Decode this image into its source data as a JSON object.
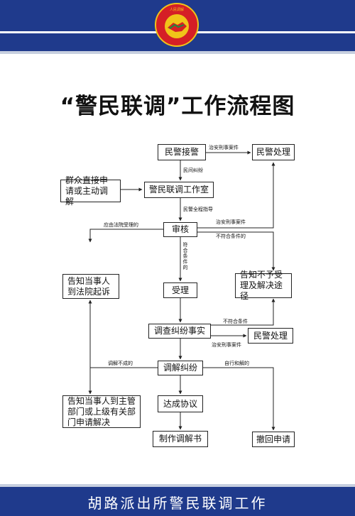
{
  "header": {
    "emblem_text": "人民调解",
    "emblem_icon": "handshake-emblem-icon",
    "title": "“警民联调”工作流程图",
    "band_color": "#1f3a8c"
  },
  "flow": {
    "nodes": {
      "police_report": "民警接警",
      "police_handle_top": "民警处理",
      "mass_apply": "群众直接申请或主动调解",
      "joint_office": "警民联调工作室",
      "review": "审核",
      "inform_court": "告知当事人到法院起诉",
      "inform_reject": "告知不予受理及解决途径",
      "accept": "受理",
      "investigate": "调查纠纷事实",
      "police_handle_mid": "民警处理",
      "mediate": "调解纠纷",
      "inform_dept": "告知当事人到主管部门或上级有关部门申请解决",
      "agreement": "达成协议",
      "make_doc": "制作调解书",
      "withdraw": "撤回申请"
    },
    "labels": {
      "criminal_1": "治安刑事案件",
      "civil_dispute": "民间纠纷",
      "guidance": "民警全程指导",
      "court_accepted": "应由法院受理的",
      "criminal_2": "治安刑事案件",
      "not_qualified_1": "不符合条件的",
      "qualified": "符合条件的",
      "not_qualified_2": "不符合条件",
      "criminal_3": "治安刑事案件",
      "mediation_failed": "调解不成的",
      "self_settled": "自行和解的"
    }
  },
  "footer": {
    "text": "胡路派出所警民联调工作"
  }
}
